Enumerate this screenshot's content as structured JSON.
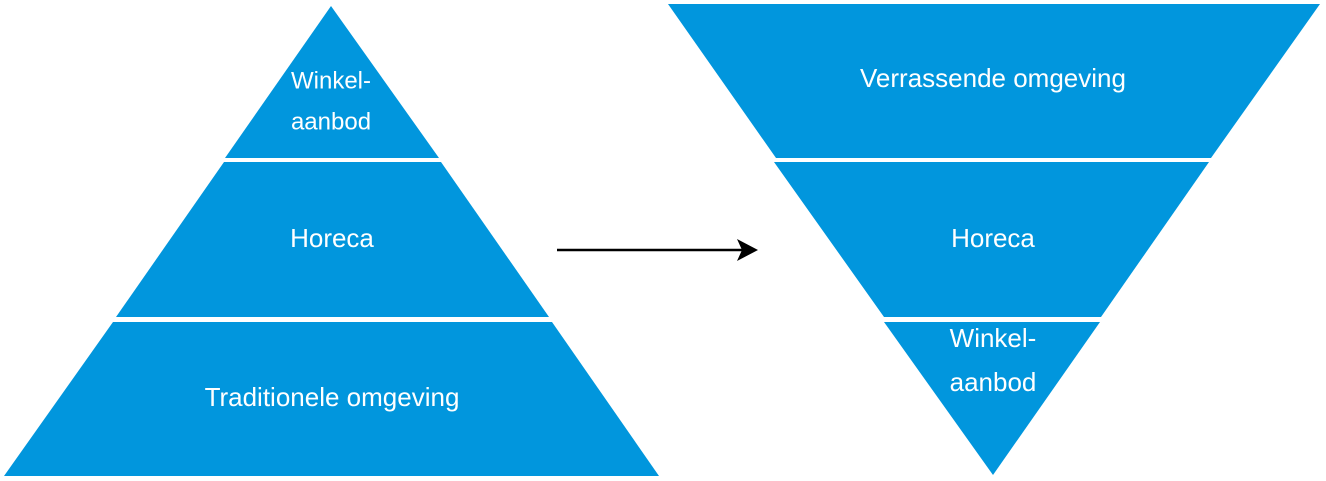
{
  "colors": {
    "segment_fill": "#0196dd",
    "segment_text": "#ffffff",
    "arrow": "#000000",
    "background": "#ffffff"
  },
  "left_pyramid": {
    "top_line1": "Winkel-",
    "top_line2": "aanbod",
    "middle": "Horeca",
    "bottom": "Traditionele omgeving"
  },
  "right_pyramid": {
    "top": "Verrassende omgeving",
    "middle": "Horeca",
    "bottom_line1": "Winkel-",
    "bottom_line2": "aanbod"
  },
  "arrow": {
    "icon": "arrow-right-icon"
  }
}
